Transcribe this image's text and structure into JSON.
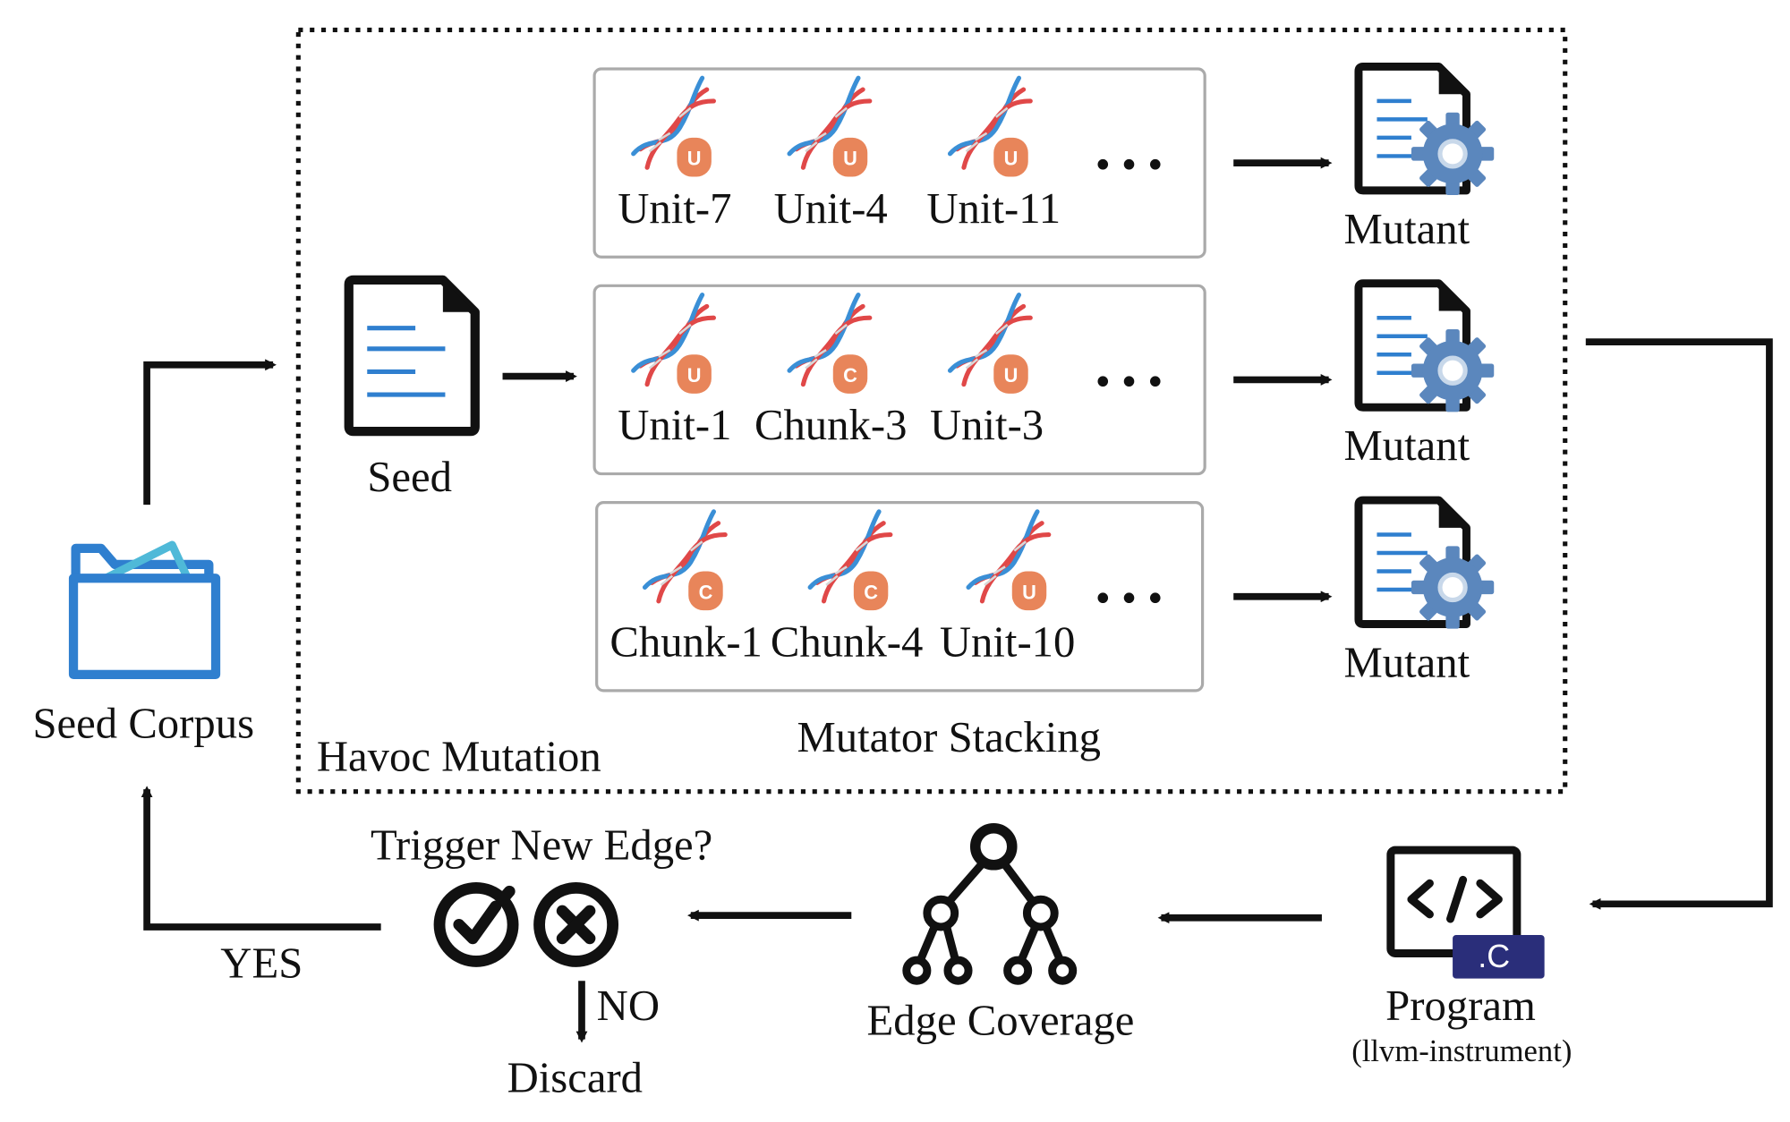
{
  "diagram": {
    "havoc_label": "Havoc Mutation",
    "stacking_label": "Mutator Stacking",
    "seed_corpus_label": "Seed Corpus",
    "seed_label": "Seed",
    "rows": [
      {
        "mutators": [
          {
            "label": "Unit-7",
            "badge": "U"
          },
          {
            "label": "Unit-4",
            "badge": "U"
          },
          {
            "label": "Unit-11",
            "badge": "U"
          }
        ],
        "ellipsis": "• • •",
        "output": "Mutant"
      },
      {
        "mutators": [
          {
            "label": "Unit-1",
            "badge": "U"
          },
          {
            "label": "Chunk-3",
            "badge": "C"
          },
          {
            "label": "Unit-3",
            "badge": "U"
          }
        ],
        "ellipsis": "• • •",
        "output": "Mutant"
      },
      {
        "mutators": [
          {
            "label": "Chunk-1",
            "badge": "C"
          },
          {
            "label": "Chunk-4",
            "badge": "C"
          },
          {
            "label": "Unit-10",
            "badge": "U"
          }
        ],
        "ellipsis": "• • •",
        "output": "Mutant"
      }
    ],
    "program_label": "Program",
    "program_sublabel": "(llvm-instrument)",
    "program_ext": ".C",
    "edge_coverage_label": "Edge Coverage",
    "decision_label": "Trigger New Edge?",
    "yes_label": "YES",
    "no_label": "NO",
    "discard_label": "Discard",
    "colors": {
      "dna_red": "#e04848",
      "dna_blue": "#3a8fd6",
      "badge": "#e8855a",
      "folder": "#2f7fcf",
      "folder_paper": "#4fb9d8",
      "gear": "#5b87bd",
      "doc_lines": "#2f7fcf",
      "ext_badge": "#2a2e7a"
    }
  }
}
